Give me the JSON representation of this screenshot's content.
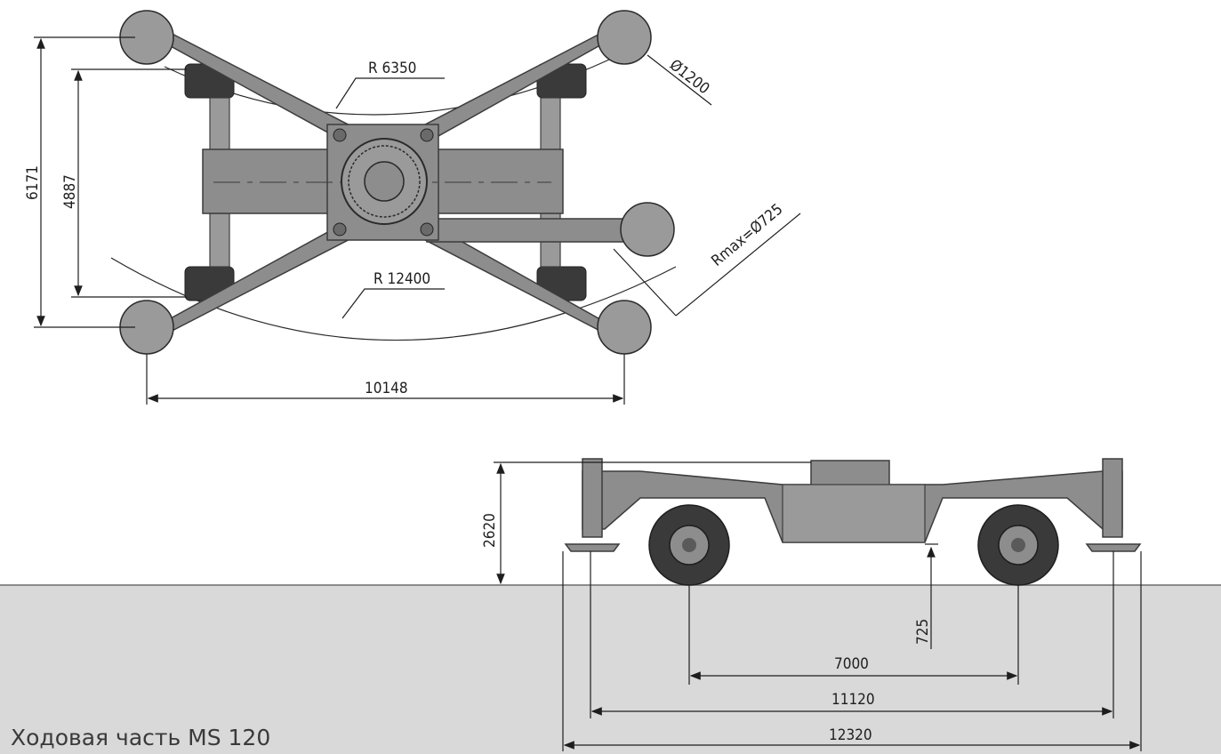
{
  "caption": "Ходовая часть MS 120",
  "top_view": {
    "radius_inner": "R 6350",
    "radius_outer": "R 12400",
    "pad_diameter": "Ø1200",
    "wheel_rmax": "Rmax=Ø725",
    "overall_width": "6171",
    "inner_width": "4887",
    "overall_length": "10148"
  },
  "side_view": {
    "height": "2620",
    "ground_clearance": "725",
    "wheelbase": "7000",
    "pad_span_inner": "11120",
    "pad_span_outer": "12320"
  },
  "colors": {
    "frame_fill": "#8d8d8d",
    "frame_stroke": "#3c3c3c",
    "ground_fill": "#d9d9d9",
    "tire_fill": "#3a3a3a",
    "dimension_line": "#1e1e1e"
  }
}
